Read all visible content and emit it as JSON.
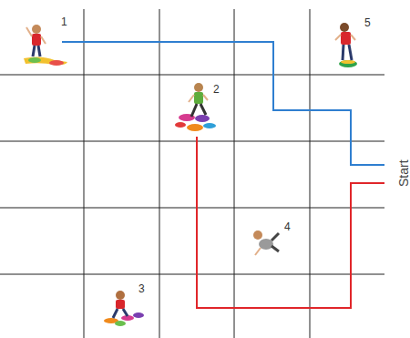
{
  "diagram": {
    "labels": [
      "1",
      "2",
      "3",
      "4",
      "5",
      "Start"
    ]
  }
}
